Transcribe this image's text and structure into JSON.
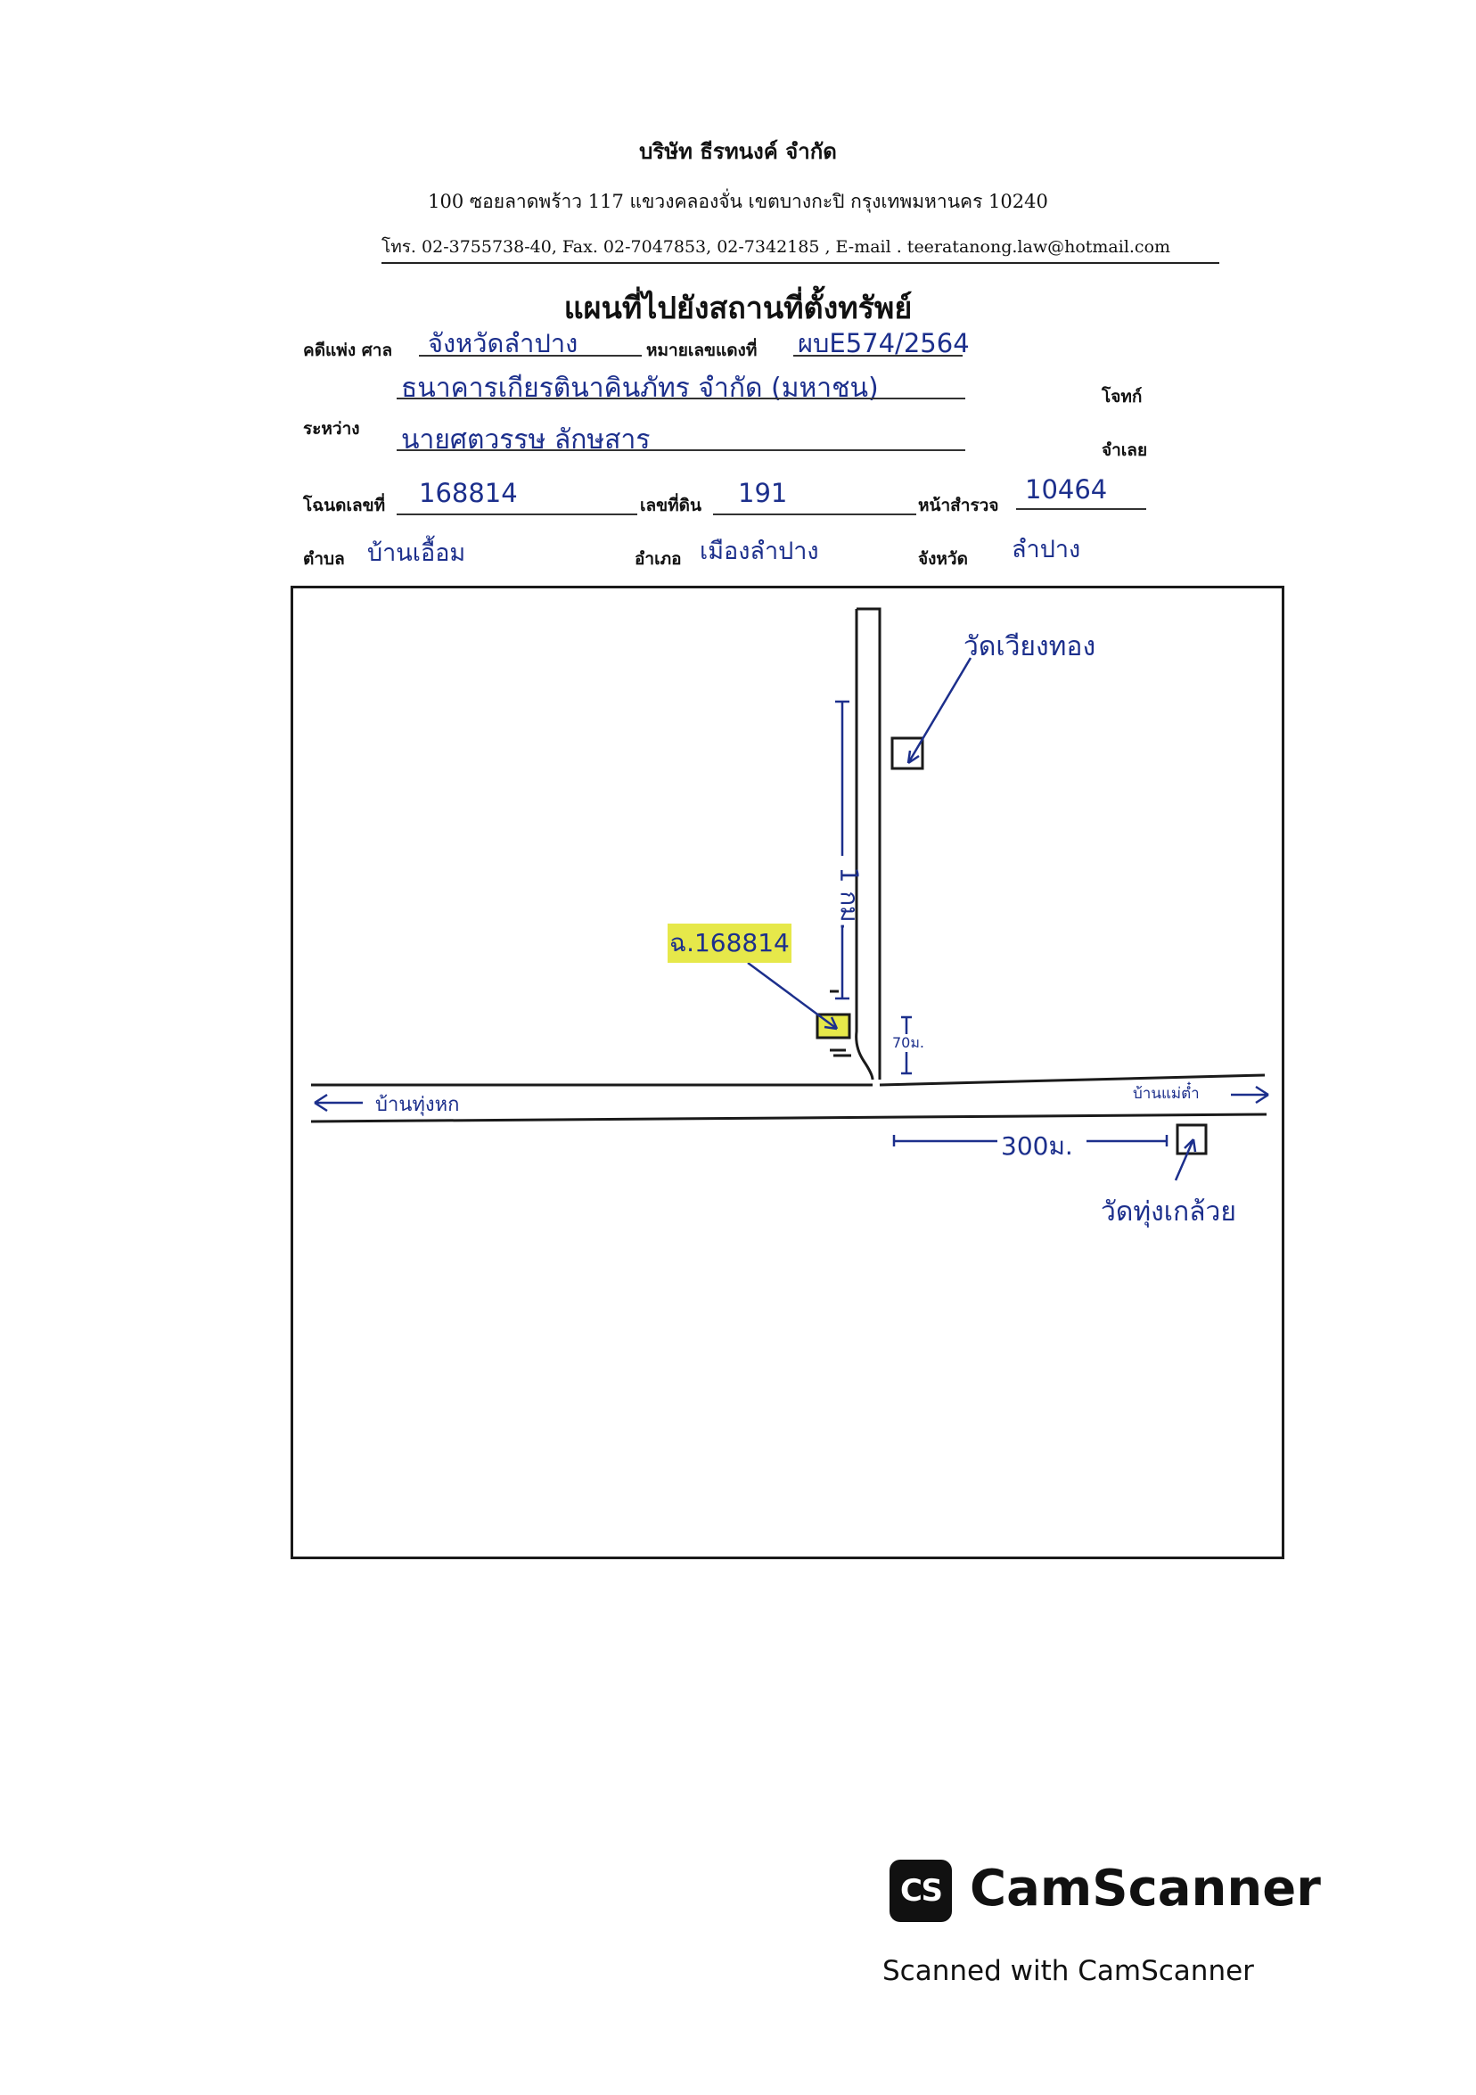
{
  "header": {
    "company": "บริษัท ธีรทนงค์ จำกัด",
    "address": "100 ซอยลาดพร้าว 117 แขวงคลองจั่น เขตบางกะปิ กรุงเทพมหานคร 10240",
    "contact": "โทร. 02-3755738-40, Fax. 02-7047853, 02-7342185 , E-mail . teeratanong.law@hotmail.com"
  },
  "title": "แผนที่ไปยังสถานที่ตั้งทรัพย์",
  "form": {
    "case_label": "คดีแพ่ง ศาล",
    "court_value": "จังหวัดลำปาง",
    "case_no_label": "หมายเลขแดงที่",
    "case_no_value": "ผบE574/2564",
    "plaintiff_value": "ธนาคารเกียรตินาคินภัทร จำกัด (มหาชน)",
    "plaintiff_role": "โจทก์",
    "between_label": "ระหว่าง",
    "defendant_value": "นายศตวรรษ ลักษสาร",
    "defendant_role": "จำเลย",
    "deed_no_label": "โฉนดเลขที่",
    "deed_no_value": "168814",
    "land_no_label": "เลขที่ดิน",
    "land_no_value": "191",
    "survey_page_label": "หน้าสำรวจ",
    "survey_page_value": "10464",
    "subdistrict_label": "ตำบล",
    "subdistrict_value": "บ้านเอื้อม",
    "district_label": "อำเภอ",
    "district_value": "เมืองลำปาง",
    "province_label": "จังหวัด",
    "province_value": "ลำปาง"
  },
  "map": {
    "temple_north": "วัดเวียงทอง",
    "distance_north": "1 กม.",
    "parcel_label": "ฉ.168814",
    "distance_short": "70ม.",
    "direction_west": "บ้านทุ่งหก",
    "direction_east": "บ้านแม่ต๋ำ",
    "distance_east": "300ม.",
    "temple_east": "วัดทุ่งเกล้วย"
  },
  "footer": {
    "logo_mark": "CS",
    "brand": "CamScanner",
    "caption": "Scanned with CamScanner"
  },
  "colors": {
    "ink": "#1c2f8c",
    "highlight": "#e6e84a"
  }
}
